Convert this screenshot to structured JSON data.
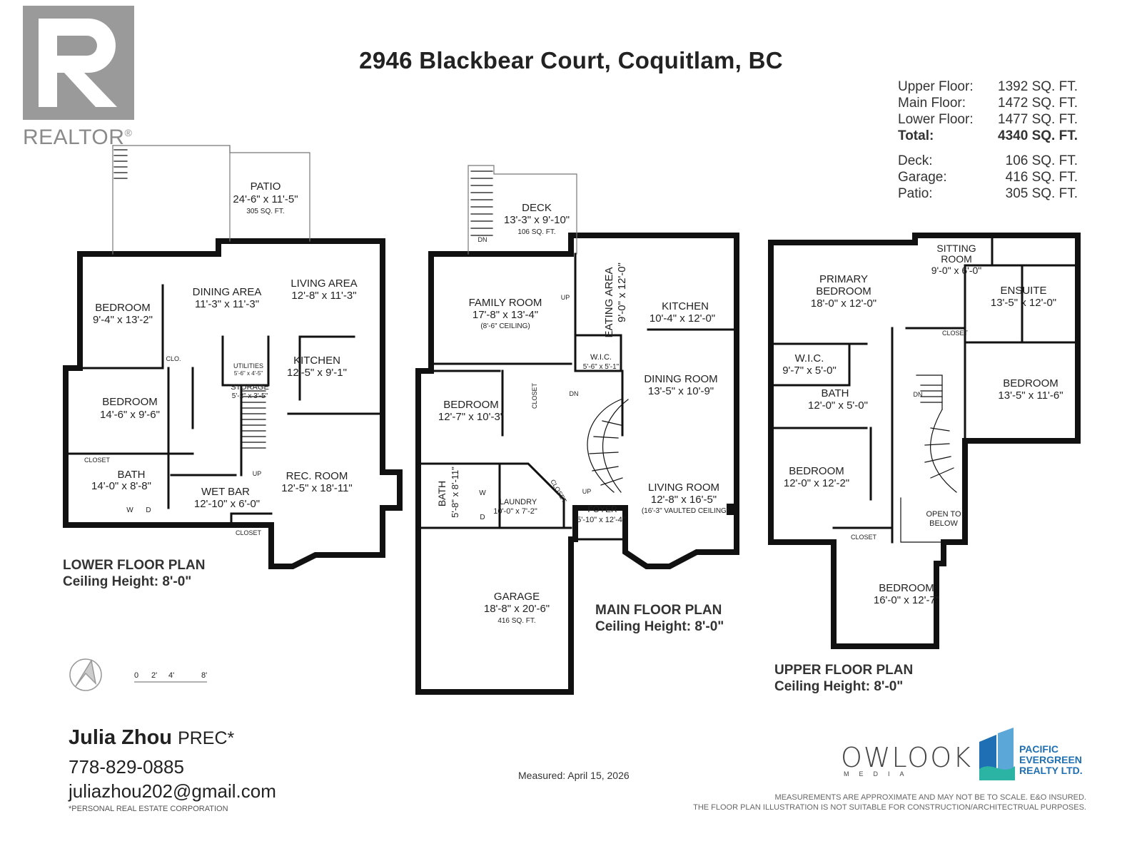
{
  "logo": {
    "realtor_text": "REALTOR",
    "reg_mark": "®"
  },
  "title": "2946 Blackbear Court, Coquitlam, BC",
  "areas": [
    {
      "label": "Upper Floor:",
      "value": "1392 SQ. FT."
    },
    {
      "label": "Main Floor:",
      "value": "1472 SQ. FT."
    },
    {
      "label": "Lower Floor:",
      "value": "1477 SQ. FT."
    },
    {
      "label": "Total:",
      "value": "4340 SQ. FT."
    }
  ],
  "extras": [
    {
      "label": "Deck:",
      "value": "106 SQ. FT."
    },
    {
      "label": "Garage:",
      "value": "416 SQ. FT."
    },
    {
      "label": "Patio:",
      "value": "305 SQ. FT."
    }
  ],
  "lower": {
    "name": "LOWER FLOOR PLAN",
    "ceiling": "Ceiling Height: 8'-0\"",
    "rooms": {
      "patio": {
        "name": "PATIO",
        "dim": "24'-6\" x 11'-5\"",
        "sqft": "305 SQ. FT."
      },
      "bedroom1": {
        "name": "BEDROOM",
        "dim": "9'-4\" x 13'-2\""
      },
      "dining": {
        "name": "DINING AREA",
        "dim": "11'-3\" x 11'-3\""
      },
      "living": {
        "name": "LIVING AREA",
        "dim": "12'-8\" x 11'-3\""
      },
      "utilities": {
        "name": "UTILITIES",
        "dim": "5'-6\" x 4'-5\""
      },
      "storage": {
        "name": "STORAGE",
        "dim": "5'-2\" x 3'-5\""
      },
      "kitchen": {
        "name": "KITCHEN",
        "dim": "12'-5\" x 9'-1\""
      },
      "bedroom2": {
        "name": "BEDROOM",
        "dim": "14'-6\" x 9'-6\""
      },
      "bath": {
        "name": "BATH",
        "dim": "14'-0\" x 8'-8\""
      },
      "wetbar": {
        "name": "WET BAR",
        "dim": "12'-10\" x 6'-0\""
      },
      "rec": {
        "name": "REC. ROOM",
        "dim": "12'-5\" x 18'-11\""
      }
    },
    "labels": {
      "closet": "CLOSET",
      "clo": "CLO.",
      "up": "UP",
      "w": "W",
      "d": "D"
    }
  },
  "main": {
    "name": "MAIN FLOOR PLAN",
    "ceiling": "Ceiling Height: 8'-0\"",
    "rooms": {
      "deck": {
        "name": "DECK",
        "dim": "13'-3\" x 9'-10\"",
        "sqft": "106 SQ. FT."
      },
      "eating": {
        "name": "EATING AREA",
        "dim": "9'-0\" x 12'-0\""
      },
      "kitchen": {
        "name": "KITCHEN",
        "dim": "10'-4\" x 12'-0\""
      },
      "family": {
        "name": "FAMILY ROOM",
        "dim": "17'-8\" x 13'-4\"",
        "note": "(8'-6\" CEILING)"
      },
      "wic": {
        "name": "W.I.C.",
        "dim": "5'-6\" x 5'-1\""
      },
      "bedroom": {
        "name": "BEDROOM",
        "dim": "12'-7\" x 10'-3\""
      },
      "dining": {
        "name": "DINING ROOM",
        "dim": "13'-5\" x 10'-9\""
      },
      "bath": {
        "name": "BATH",
        "dim": "5'-8\" x 8'-11\""
      },
      "laundry": {
        "name": "LAUNDRY",
        "dim": "10'-0\" x 7'-2\""
      },
      "foyer": {
        "name": "FOYER",
        "dim": "5'-10\" x 12'-4\""
      },
      "living": {
        "name": "LIVING ROOM",
        "dim": "12'-8\" x 16'-5\"",
        "note": "(16'-3\" VAULTED CEILING)"
      },
      "garage": {
        "name": "GARAGE",
        "dim": "18'-8\" x 20'-6\"",
        "sqft": "416 SQ. FT."
      }
    },
    "labels": {
      "dn": "DN",
      "up": "UP",
      "closet": "CLOSET",
      "w": "W",
      "d": "D"
    }
  },
  "upper": {
    "name": "UPPER FLOOR PLAN",
    "ceiling": "Ceiling Height: 8'-0\"",
    "rooms": {
      "primary": {
        "name": "PRIMARY",
        "name2": "BEDROOM",
        "dim": "18'-0\" x 12'-0\""
      },
      "sitting": {
        "name": "SITTING",
        "name2": "ROOM",
        "dim": "9'-0\" x 6'-0\""
      },
      "ensuite": {
        "name": "ENSUITE",
        "dim": "13'-5\" x 12'-0\""
      },
      "wic": {
        "name": "W.I.C.",
        "dim": "9'-7\" x 5'-0\""
      },
      "bath": {
        "name": "BATH",
        "dim": "12'-0\" x 5'-0\""
      },
      "bedroom_r": {
        "name": "BEDROOM",
        "dim": "13'-5\" x 11'-6\""
      },
      "bedroom_l": {
        "name": "BEDROOM",
        "dim": "12'-0\" x 12'-2\""
      },
      "open": {
        "name": "OPEN TO",
        "name2": "BELOW"
      },
      "bedroom_b": {
        "name": "BEDROOM",
        "dim": "16'-0\" x 12'-7\""
      }
    },
    "labels": {
      "closet": "CLOSET",
      "dn": "DN"
    }
  },
  "scale_labels": [
    "0",
    "2'",
    "4'",
    "8'"
  ],
  "agent": {
    "name": "Julia Zhou",
    "suffix": "PREC*",
    "phone": "778-829-0885",
    "email": "juliazhou202@gmail.com",
    "note": "*PERSONAL REAL ESTATE CORPORATION"
  },
  "measured": "Measured: April 15, 2026",
  "owlook": {
    "name": "OWLOOK",
    "sub": "MEDIA"
  },
  "brokerage": {
    "line1": "PACIFIC",
    "line2": "EVERGREEN",
    "line3": "REALTY LTD."
  },
  "disclaimer": {
    "line1": "MEASUREMENTS ARE APPROXIMATE AND MAY NOT BE TO SCALE. E&O INSURED.",
    "line2": "THE FLOOR PLAN ILLUSTRATION IS NOT SUITABLE FOR CONSTRUCTION/ARCHITECTRUAL PURPOSES."
  },
  "colors": {
    "wall": "#111111",
    "brand_blue": "#1e6fb3",
    "logo_gray": "#8a8a8a"
  }
}
